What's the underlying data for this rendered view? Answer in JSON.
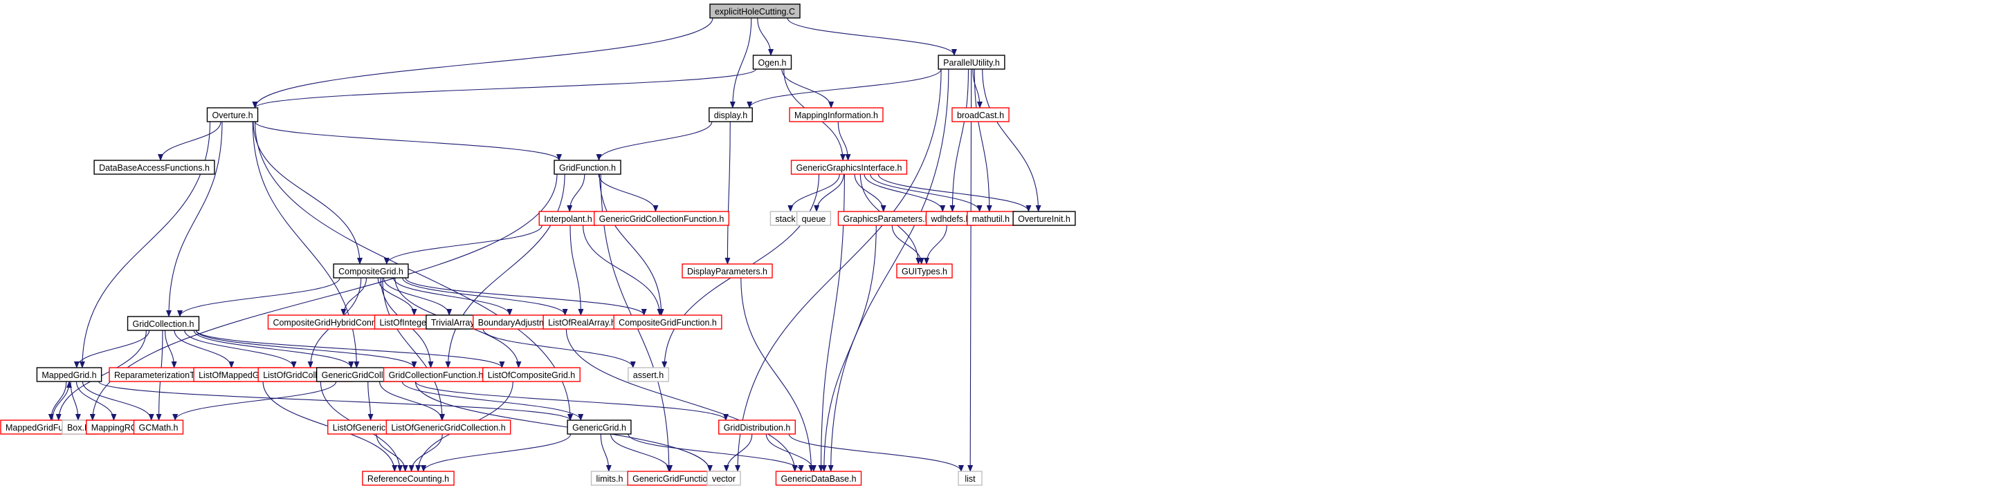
{
  "graph": {
    "kind": "include-dependency-graph",
    "root": "explicitHoleCutting.C",
    "colors": {
      "edge": "#191970",
      "node_documented_border": "#000000",
      "node_linked_border": "#ff0000",
      "node_external_border": "#bfbfbf",
      "root_fill": "#bfbfbf",
      "text": "#000000"
    },
    "nodes": [
      {
        "id": "explicitHoleCutting",
        "label": "explicitHoleCutting.C",
        "style": "root"
      },
      {
        "id": "Ogen",
        "label": "Ogen.h",
        "style": "documented"
      },
      {
        "id": "ParallelUtility",
        "label": "ParallelUtility.h",
        "style": "documented"
      },
      {
        "id": "Overture",
        "label": "Overture.h",
        "style": "documented"
      },
      {
        "id": "display",
        "label": "display.h",
        "style": "documented"
      },
      {
        "id": "MappingInformation",
        "label": "MappingInformation.h",
        "style": "linked"
      },
      {
        "id": "broadCast",
        "label": "broadCast.h",
        "style": "linked"
      },
      {
        "id": "DataBaseAccessFunctions",
        "label": "DataBaseAccessFunctions.h",
        "style": "documented"
      },
      {
        "id": "GridFunction",
        "label": "GridFunction.h",
        "style": "documented"
      },
      {
        "id": "GenericGraphicsInterface",
        "label": "GenericGraphicsInterface.h",
        "style": "linked"
      },
      {
        "id": "stack",
        "label": "stack",
        "style": "external"
      },
      {
        "id": "queue",
        "label": "queue",
        "style": "external"
      },
      {
        "id": "GraphicsParameters",
        "label": "GraphicsParameters.h",
        "style": "linked"
      },
      {
        "id": "wdhdefs",
        "label": "wdhdefs.h",
        "style": "linked"
      },
      {
        "id": "mathutil",
        "label": "mathutil.h",
        "style": "linked"
      },
      {
        "id": "OvertureInit",
        "label": "OvertureInit.h",
        "style": "documented"
      },
      {
        "id": "Interpolant",
        "label": "Interpolant.h",
        "style": "linked"
      },
      {
        "id": "GenericGridCollectionFunction",
        "label": "GenericGridCollectionFunction.h",
        "style": "linked"
      },
      {
        "id": "CompositeGrid",
        "label": "CompositeGrid.h",
        "style": "documented"
      },
      {
        "id": "DisplayParameters",
        "label": "DisplayParameters.h",
        "style": "linked"
      },
      {
        "id": "GUITypes",
        "label": "GUITypes.h",
        "style": "linked"
      },
      {
        "id": "GridCollection",
        "label": "GridCollection.h",
        "style": "documented"
      },
      {
        "id": "CompositeGridHybridConnectivity",
        "label": "CompositeGridHybridConnectivity.h",
        "style": "linked"
      },
      {
        "id": "ListOfIntegerArray",
        "label": "ListOfIntegerArray.h",
        "style": "linked"
      },
      {
        "id": "TrivialArray",
        "label": "TrivialArray.h",
        "style": "documented"
      },
      {
        "id": "BoundaryAdjustment",
        "label": "BoundaryAdjustment.h",
        "style": "linked"
      },
      {
        "id": "ListOfRealArray",
        "label": "ListOfRealArray.h",
        "style": "linked"
      },
      {
        "id": "CompositeGridFunction",
        "label": "CompositeGridFunction.h",
        "style": "linked"
      },
      {
        "id": "MappedGrid",
        "label": "MappedGrid.h",
        "style": "documented"
      },
      {
        "id": "ReparameterizationTransform",
        "label": "ReparameterizationTransform.h",
        "style": "linked"
      },
      {
        "id": "ListOfMappedGrid",
        "label": "ListOfMappedGrid.h",
        "style": "linked"
      },
      {
        "id": "ListOfGridCollection",
        "label": "ListOfGridCollection.h",
        "style": "linked"
      },
      {
        "id": "GenericGridCollection",
        "label": "GenericGridCollection.h",
        "style": "documented"
      },
      {
        "id": "GridCollectionFunction",
        "label": "GridCollectionFunction.h",
        "style": "linked"
      },
      {
        "id": "ListOfCompositeGrid",
        "label": "ListOfCompositeGrid.h",
        "style": "linked"
      },
      {
        "id": "assert",
        "label": "assert.h",
        "style": "external"
      },
      {
        "id": "MappedGridFunction",
        "label": "MappedGridFunction.h",
        "style": "linked"
      },
      {
        "id": "BoxH",
        "label": "Box.H",
        "style": "external"
      },
      {
        "id": "MappingRC",
        "label": "MappingRC.h",
        "style": "linked"
      },
      {
        "id": "GCMath",
        "label": "GCMath.h",
        "style": "linked"
      },
      {
        "id": "ListOfGenericGrid",
        "label": "ListOfGenericGrid.h",
        "style": "linked"
      },
      {
        "id": "ListOfGenericGridCollection",
        "label": "ListOfGenericGridCollection.h",
        "style": "linked"
      },
      {
        "id": "GenericGrid",
        "label": "GenericGrid.h",
        "style": "documented"
      },
      {
        "id": "GridDistribution",
        "label": "GridDistribution.h",
        "style": "linked"
      },
      {
        "id": "ReferenceCounting",
        "label": "ReferenceCounting.h",
        "style": "linked"
      },
      {
        "id": "limits",
        "label": "limits.h",
        "style": "external"
      },
      {
        "id": "GenericGridFunction",
        "label": "GenericGridFunction.h",
        "style": "linked"
      },
      {
        "id": "vector",
        "label": "vector",
        "style": "external"
      },
      {
        "id": "GenericDataBase",
        "label": "GenericDataBase.h",
        "style": "linked"
      },
      {
        "id": "list",
        "label": "list",
        "style": "external"
      }
    ],
    "edges": [
      [
        "explicitHoleCutting",
        "Ogen"
      ],
      [
        "explicitHoleCutting",
        "ParallelUtility"
      ],
      [
        "explicitHoleCutting",
        "Overture"
      ],
      [
        "explicitHoleCutting",
        "display"
      ],
      [
        "Ogen",
        "Overture"
      ],
      [
        "Ogen",
        "MappingInformation"
      ],
      [
        "Ogen",
        "GenericGraphicsInterface"
      ],
      [
        "ParallelUtility",
        "display"
      ],
      [
        "ParallelUtility",
        "broadCast"
      ],
      [
        "ParallelUtility",
        "wdhdefs"
      ],
      [
        "ParallelUtility",
        "mathutil"
      ],
      [
        "ParallelUtility",
        "OvertureInit"
      ],
      [
        "ParallelUtility",
        "GenericDataBase"
      ],
      [
        "ParallelUtility",
        "list"
      ],
      [
        "ParallelUtility",
        "vector"
      ],
      [
        "MappingInformation",
        "GenericGraphicsInterface"
      ],
      [
        "display",
        "GridFunction"
      ],
      [
        "display",
        "DisplayParameters"
      ],
      [
        "Overture",
        "DataBaseAccessFunctions"
      ],
      [
        "Overture",
        "GridFunction"
      ],
      [
        "Overture",
        "CompositeGrid"
      ],
      [
        "Overture",
        "GridCollection"
      ],
      [
        "Overture",
        "MappedGrid"
      ],
      [
        "Overture",
        "GenericGrid"
      ],
      [
        "Overture",
        "GenericGridCollection"
      ],
      [
        "GridFunction",
        "Interpolant"
      ],
      [
        "GridFunction",
        "GenericGridCollectionFunction"
      ],
      [
        "GridFunction",
        "CompositeGridFunction"
      ],
      [
        "GridFunction",
        "GenericGridFunction"
      ],
      [
        "GridFunction",
        "MappedGridFunction"
      ],
      [
        "GridFunction",
        "GridCollectionFunction"
      ],
      [
        "GenericGraphicsInterface",
        "stack"
      ],
      [
        "GenericGraphicsInterface",
        "queue"
      ],
      [
        "GenericGraphicsInterface",
        "GraphicsParameters"
      ],
      [
        "GenericGraphicsInterface",
        "wdhdefs"
      ],
      [
        "GenericGraphicsInterface",
        "mathutil"
      ],
      [
        "GenericGraphicsInterface",
        "OvertureInit"
      ],
      [
        "GenericGraphicsInterface",
        "GUITypes"
      ],
      [
        "GenericGraphicsInterface",
        "assert"
      ],
      [
        "GenericGraphicsInterface",
        "GenericDataBase"
      ],
      [
        "GraphicsParameters",
        "GUITypes"
      ],
      [
        "GraphicsParameters",
        "GenericDataBase"
      ],
      [
        "wdhdefs",
        "GUITypes"
      ],
      [
        "Interpolant",
        "CompositeGrid"
      ],
      [
        "Interpolant",
        "ListOfRealArray"
      ],
      [
        "Interpolant",
        "CompositeGridFunction"
      ],
      [
        "DisplayParameters",
        "GenericDataBase"
      ],
      [
        "CompositeGrid",
        "GridCollection"
      ],
      [
        "CompositeGrid",
        "CompositeGridHybridConnectivity"
      ],
      [
        "CompositeGrid",
        "ListOfIntegerArray"
      ],
      [
        "CompositeGrid",
        "TrivialArray"
      ],
      [
        "CompositeGrid",
        "BoundaryAdjustment"
      ],
      [
        "CompositeGrid",
        "ListOfRealArray"
      ],
      [
        "CompositeGrid",
        "CompositeGridFunction"
      ],
      [
        "CompositeGrid",
        "ListOfGridCollection"
      ],
      [
        "CompositeGrid",
        "ListOfCompositeGrid"
      ],
      [
        "CompositeGrid",
        "GridCollectionFunction"
      ],
      [
        "CompositeGrid",
        "ListOfGenericGridCollection"
      ],
      [
        "TrivialArray",
        "assert"
      ],
      [
        "BoundaryAdjustment",
        "GenericDataBase"
      ],
      [
        "GridCollection",
        "MappedGrid"
      ],
      [
        "GridCollection",
        "ReparameterizationTransform"
      ],
      [
        "GridCollection",
        "ListOfMappedGrid"
      ],
      [
        "GridCollection",
        "ListOfGridCollection"
      ],
      [
        "GridCollection",
        "GenericGridCollection"
      ],
      [
        "GridCollection",
        "GridCollectionFunction"
      ],
      [
        "GridCollection",
        "ListOfCompositeGrid"
      ],
      [
        "GridCollection",
        "GCMath"
      ],
      [
        "GridCollection",
        "MappedGridFunction"
      ],
      [
        "MappedGrid",
        "MappedGridFunction"
      ],
      [
        "MappedGrid",
        "BoxH"
      ],
      [
        "MappedGrid",
        "MappingRC"
      ],
      [
        "MappedGrid",
        "GCMath"
      ],
      [
        "MappedGrid",
        "GenericGrid"
      ],
      [
        "MappedGridFunction",
        "MappedGrid"
      ],
      [
        "ListOfMappedGrid",
        "ReferenceCounting"
      ],
      [
        "ListOfGridCollection",
        "ReferenceCounting"
      ],
      [
        "ListOfCompositeGrid",
        "ReferenceCounting"
      ],
      [
        "GenericGridCollection",
        "GCMath"
      ],
      [
        "GenericGridCollection",
        "ListOfGenericGrid"
      ],
      [
        "GenericGridCollection",
        "ListOfGenericGridCollection"
      ],
      [
        "GenericGridCollection",
        "GenericGrid"
      ],
      [
        "GenericGridCollection",
        "GridDistribution"
      ],
      [
        "GenericGridCollection",
        "vector"
      ],
      [
        "ListOfGenericGrid",
        "ReferenceCounting"
      ],
      [
        "ListOfGenericGridCollection",
        "ReferenceCounting"
      ],
      [
        "GenericGrid",
        "ReferenceCounting"
      ],
      [
        "GenericGrid",
        "limits"
      ],
      [
        "GenericGrid",
        "GenericGridFunction"
      ],
      [
        "GenericGrid",
        "GenericDataBase"
      ],
      [
        "GridDistribution",
        "vector"
      ],
      [
        "GridDistribution",
        "GenericDataBase"
      ],
      [
        "GridDistribution",
        "list"
      ]
    ]
  }
}
